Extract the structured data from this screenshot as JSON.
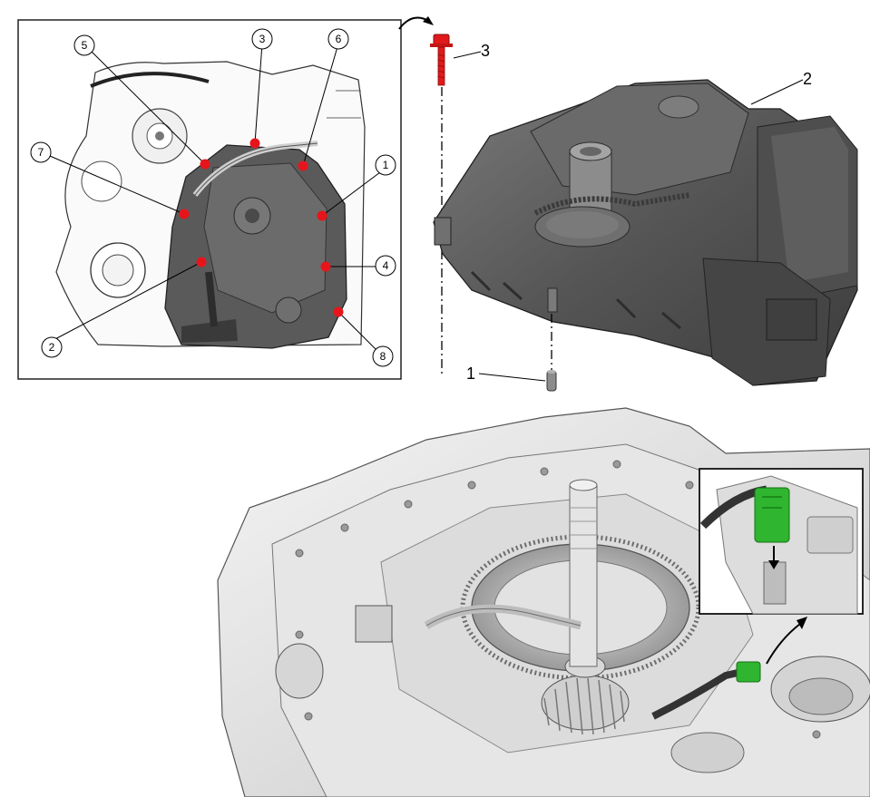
{
  "inset_callouts": [
    {
      "id": "c5",
      "label": "5"
    },
    {
      "id": "c3",
      "label": "3"
    },
    {
      "id": "c6",
      "label": "6"
    },
    {
      "id": "c7",
      "label": "7"
    },
    {
      "id": "c1",
      "label": "1"
    },
    {
      "id": "c4",
      "label": "4"
    },
    {
      "id": "c2",
      "label": "2"
    },
    {
      "id": "c8",
      "label": "8"
    }
  ],
  "part_labels": {
    "bolt": "3",
    "valve_body": "2",
    "dowel_pin": "1"
  },
  "colors": {
    "bolt_points": "#e8141c",
    "bolt": "#e01a1a",
    "connector": "#2fb52f",
    "valve_body": "#5b5b5b"
  }
}
